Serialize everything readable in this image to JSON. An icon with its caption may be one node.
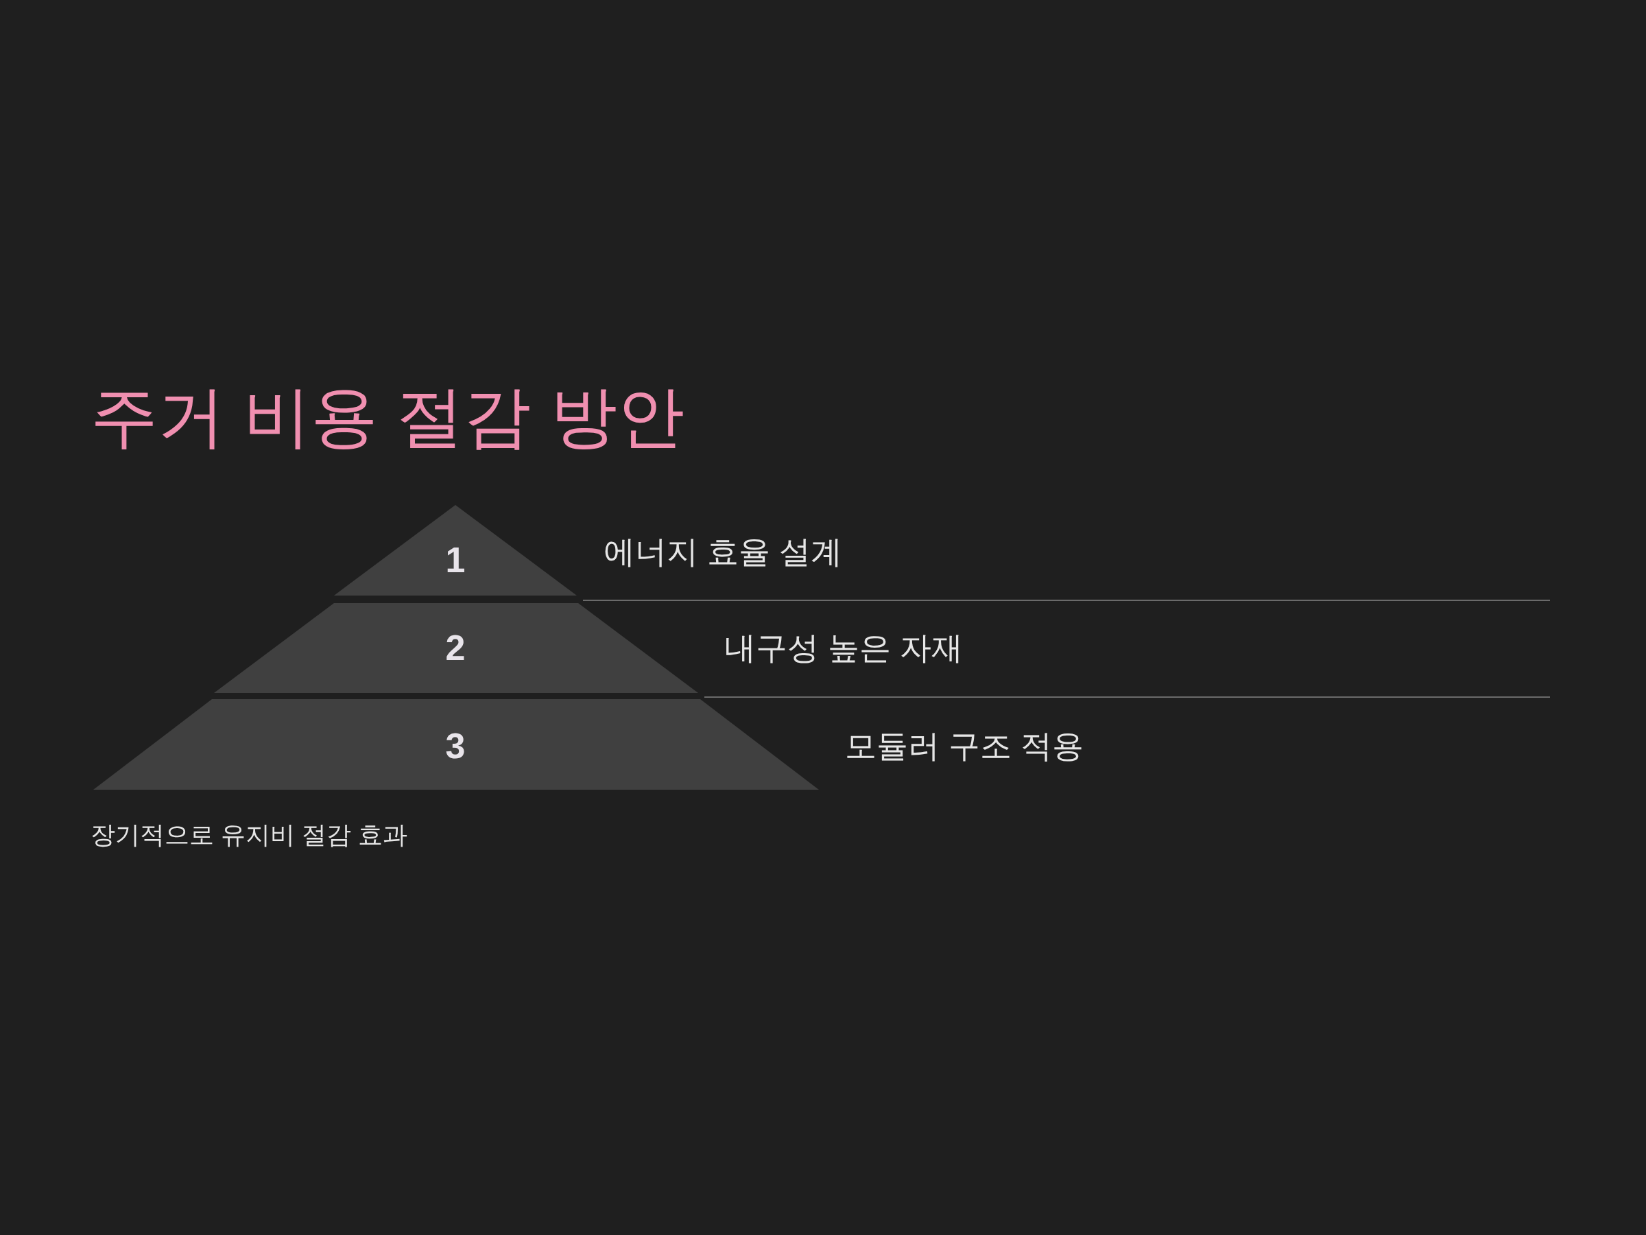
{
  "diagram": {
    "title": "주거 비용 절감 방안",
    "nodes": [
      {
        "text": [
          "1"
        ],
        "beside": [
          "에너지 효율 설계"
        ]
      },
      {
        "text": [
          "2"
        ],
        "beside": [
          "내구성 높은 자재"
        ]
      },
      {
        "text": [
          "3"
        ],
        "beside": [
          "모듈러 구조 적용"
        ]
      }
    ],
    "caption": "장기적으로 유지비 절감 효과"
  }
}
